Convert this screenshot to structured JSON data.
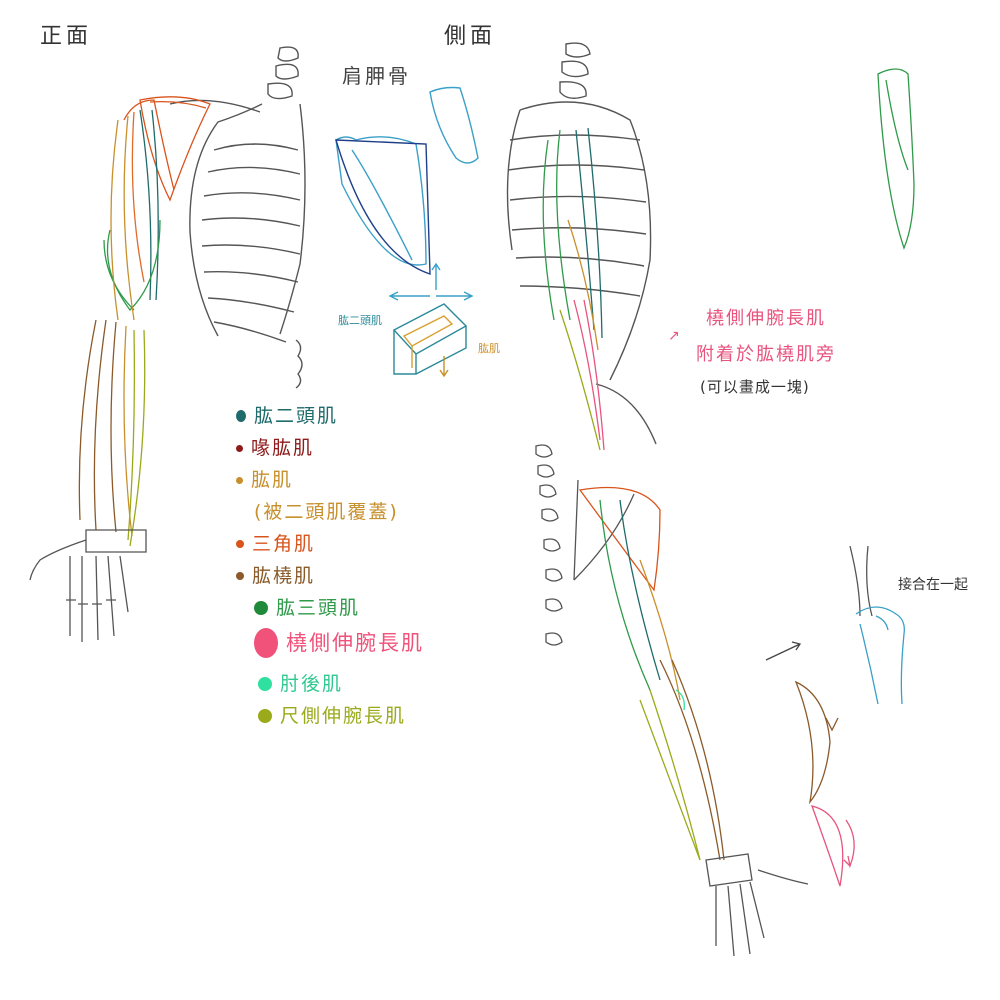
{
  "views": {
    "front": "正面",
    "side": "側面"
  },
  "scapula_label": "肩胛骨",
  "box_labels": {
    "left": "肱二頭肌",
    "right": "肱肌"
  },
  "legend": [
    {
      "label": "肱二頭肌",
      "color": "#1f6b6b"
    },
    {
      "label": "喙肱肌",
      "color": "#8e1a1a"
    },
    {
      "label": "肱肌",
      "color": "#c8902c"
    },
    {
      "label": "(被二頭肌覆蓋)",
      "color": "#c8902c"
    },
    {
      "label": "三角肌",
      "color": "#d9541c"
    },
    {
      "label": "肱橈肌",
      "color": "#8a5a2a"
    },
    {
      "label": "肱三頭肌",
      "color": "#2f9a4a"
    },
    {
      "label": "橈側伸腕長肌",
      "color": "#f0527a"
    },
    {
      "label": "肘後肌",
      "color": "#2fe0a0"
    },
    {
      "label": "尺側伸腕長肌",
      "color": "#9aaa1a"
    }
  ],
  "note": {
    "line1": "橈側伸腕長肌",
    "line2": "附着於肱橈肌旁",
    "line3": "(可以畫成一塊)",
    "color": "#e8547e"
  },
  "elbow_label": "接合在一起",
  "colors": {
    "bone": "#555555",
    "scapula": "#3aa0c8",
    "arrow": "#444444"
  }
}
